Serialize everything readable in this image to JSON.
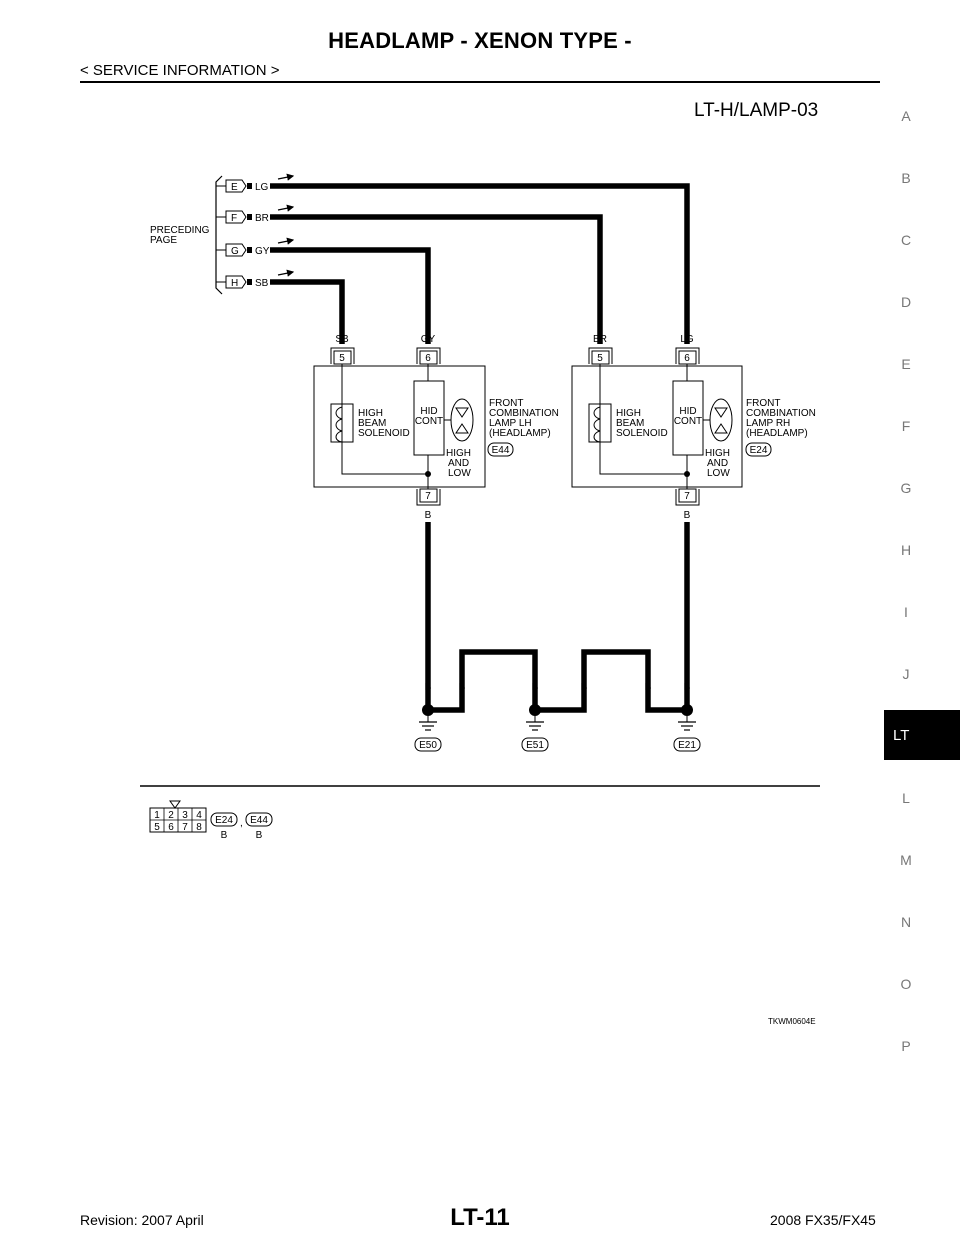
{
  "header": {
    "title": "HEADLAMP - XENON TYPE -",
    "subtitle": "< SERVICE INFORMATION >"
  },
  "diagram": {
    "id": "LT-H/LAMP-03",
    "preceding_page": {
      "line1": "PRECEDING",
      "line2": "PAGE"
    },
    "inputs": [
      {
        "letter": "E",
        "color": "LG"
      },
      {
        "letter": "F",
        "color": "BR"
      },
      {
        "letter": "G",
        "color": "GY"
      },
      {
        "letter": "H",
        "color": "SB"
      }
    ],
    "lamp_lh": {
      "pin_a": "5",
      "pin_b": "6",
      "pin_c": "7",
      "wire_a": "SB",
      "wire_b": "GY",
      "wire_out": "B",
      "solenoid": [
        "HIGH",
        "BEAM",
        "SOLENOID"
      ],
      "hid": [
        "HID",
        "CONT"
      ],
      "hl": [
        "HIGH",
        "AND",
        "LOW"
      ],
      "name": [
        "FRONT",
        "COMBINATION",
        "LAMP LH",
        "(HEADLAMP)"
      ],
      "connector": "E44"
    },
    "lamp_rh": {
      "pin_a": "5",
      "pin_b": "6",
      "pin_c": "7",
      "wire_a": "BR",
      "wire_b": "LG",
      "wire_out": "B",
      "solenoid": [
        "HIGH",
        "BEAM",
        "SOLENOID"
      ],
      "hid": [
        "HID",
        "CONT"
      ],
      "hl": [
        "HIGH",
        "AND",
        "LOW"
      ],
      "name": [
        "FRONT",
        "COMBINATION",
        "LAMP RH",
        "(HEADLAMP)"
      ],
      "connector": "E24"
    },
    "ground_wire_labels": [
      "B",
      "B",
      "B",
      "B",
      "B",
      "B"
    ],
    "grounds": [
      "E50",
      "E51",
      "E21"
    ],
    "connector_legend": {
      "pins_top": [
        "1",
        "2",
        "3",
        "4"
      ],
      "pins_bottom": [
        "5",
        "6",
        "7",
        "8"
      ],
      "conn_a": "E24",
      "sep": ",",
      "conn_b": "E44",
      "color_a": "B",
      "color_b": "B"
    },
    "figure_code": "TKWM0604E"
  },
  "index_letters": [
    "A",
    "B",
    "C",
    "D",
    "E",
    "F",
    "G",
    "H",
    "I",
    "J",
    "LT",
    "L",
    "M",
    "N",
    "O",
    "P"
  ],
  "footer": {
    "revision": "Revision: 2007 April",
    "page": "LT-11",
    "model": "2008 FX35/FX45"
  }
}
